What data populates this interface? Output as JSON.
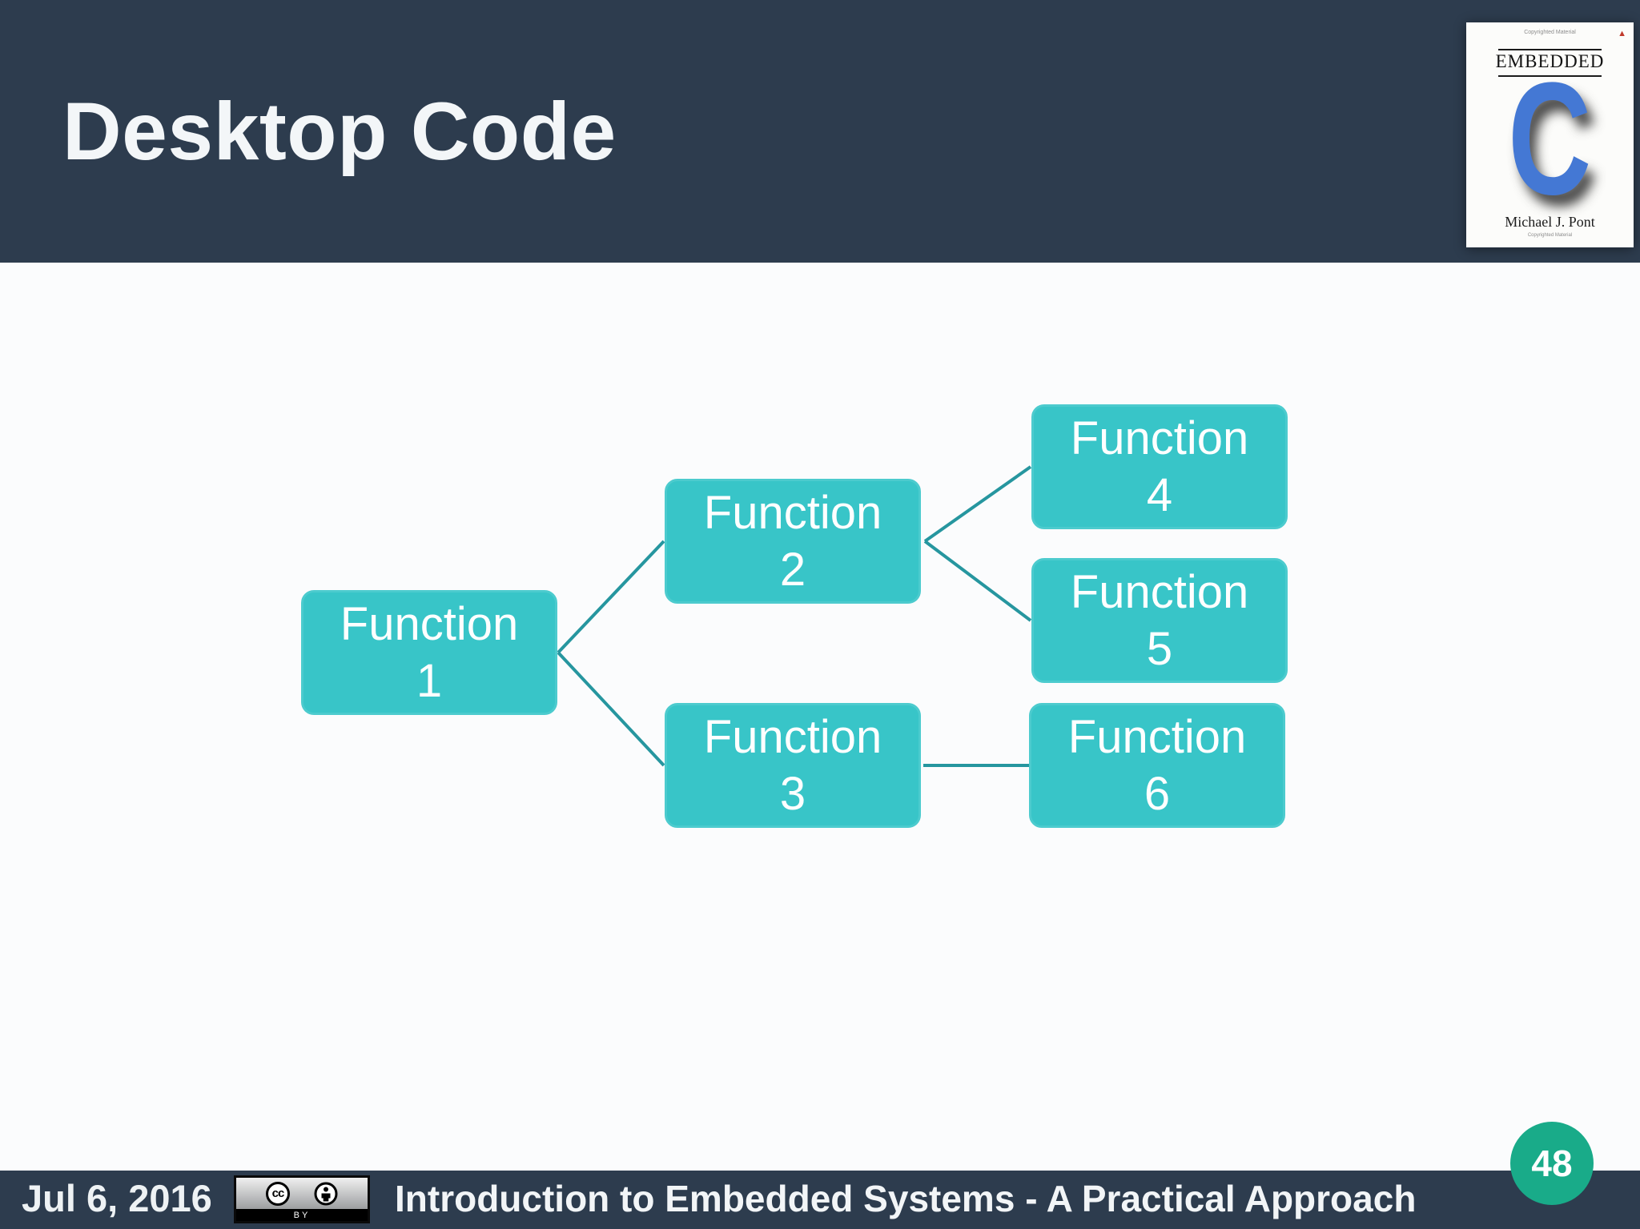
{
  "slide": {
    "title": "Desktop Code",
    "page_number": "48"
  },
  "footer": {
    "date": "Jul 6, 2016",
    "course_title": "Introduction to Embedded Systems - A Practical Approach",
    "cc_text": "cc",
    "by_text": "BY"
  },
  "book_cover": {
    "copyright_top": "Copyrighted Material",
    "title": "EMBEDDED",
    "big_letter": "C",
    "author": "Michael J. Pont",
    "copyright_bottom": "Copyrighted Material",
    "publisher_mark": "▲"
  },
  "diagram": {
    "nodes": [
      {
        "line1": "Function",
        "line2": "1"
      },
      {
        "line1": "Function",
        "line2": "2"
      },
      {
        "line1": "Function",
        "line2": "3"
      },
      {
        "line1": "Function",
        "line2": "4"
      },
      {
        "line1": "Function",
        "line2": "5"
      },
      {
        "line1": "Function",
        "line2": "6"
      }
    ],
    "edges": [
      "Function 1 - Function 2",
      "Function 1 - Function 3",
      "Function 2 - Function 4",
      "Function 2 - Function 5",
      "Function 3 - Function 6"
    ]
  },
  "colors": {
    "header_bg": "#2d3c4e",
    "footer_bg": "#2d3c4e",
    "node_fill": "#38c5c8",
    "connector": "#26969f",
    "page_circle": "#19ab89",
    "cover_letter_blue": "#4478d4",
    "title_text": "#f3f6f8"
  }
}
